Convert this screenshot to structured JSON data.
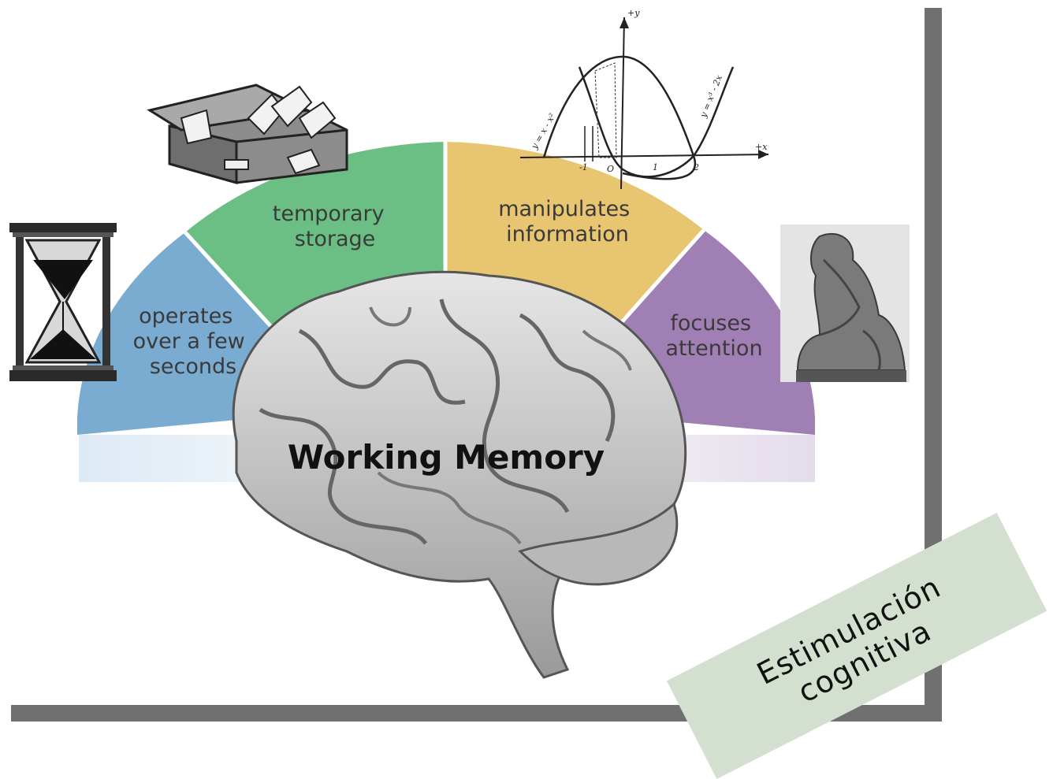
{
  "diagram": {
    "title": "Working Memory",
    "segments": [
      {
        "id": "seconds",
        "lines": [
          "operates",
          "over a few",
          "seconds"
        ],
        "color": "#79acd0"
      },
      {
        "id": "storage",
        "lines": [
          "temporary",
          "storage"
        ],
        "color": "#6bbf84"
      },
      {
        "id": "manipulates",
        "lines": [
          "manipulates",
          "information"
        ],
        "color": "#e8c570"
      },
      {
        "id": "attention",
        "lines": [
          "focuses",
          "attention"
        ],
        "color": "#a07fb5"
      }
    ],
    "graph": {
      "axis_y": "+y",
      "axis_x": "+x",
      "ticks": [
        "-1",
        "O",
        "1",
        "2"
      ],
      "curve_left_label": "y = x - x²",
      "curve_right_label": "y = x³ - 2x"
    }
  },
  "overlay_note": {
    "line1": "Estimulación",
    "line2": "cognitiva",
    "color": "#d3e0d0"
  },
  "frame_color": "#707070"
}
